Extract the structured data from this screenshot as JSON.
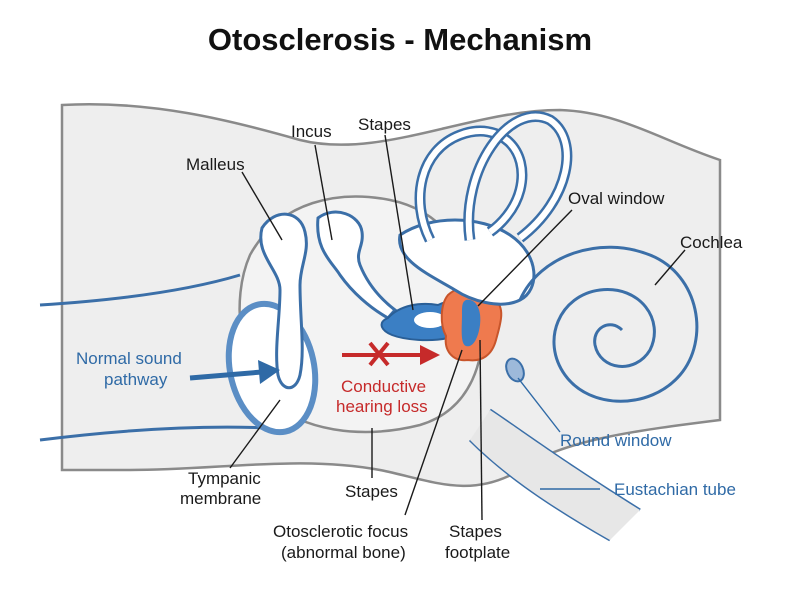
{
  "title": "Otosclerosis - Mechanism",
  "labels": {
    "malleus": "Malleus",
    "incus": "Incus",
    "stapes_top": "Stapes",
    "oval_window": "Oval window",
    "cochlea": "Cochlea",
    "normal_sound_line1": "Normal sound",
    "normal_sound_line2": "pathway",
    "conductive_line1": "Conductive",
    "conductive_line2": "hearing loss",
    "round_window": "Round window",
    "eustachian_tube": "Eustachian tube",
    "tympanic_line1": "Tympanic",
    "tympanic_line2": "membrane",
    "stapes_bottom": "Stapes",
    "focus_line1": "Otosclerotic focus",
    "focus_line2": "(abnormal bone)",
    "footplate_line1": "Stapes",
    "footplate_line2": "footplate"
  },
  "colors": {
    "bone_outline": "#3b6fa8",
    "stapes_fill": "#3b7fc4",
    "otosclerotic_focus": "#ef7a4e",
    "blocked_arrow": "#c62a2a",
    "sound_arrow": "#2f6aa6",
    "temporal_bone": "#eeeeee"
  }
}
